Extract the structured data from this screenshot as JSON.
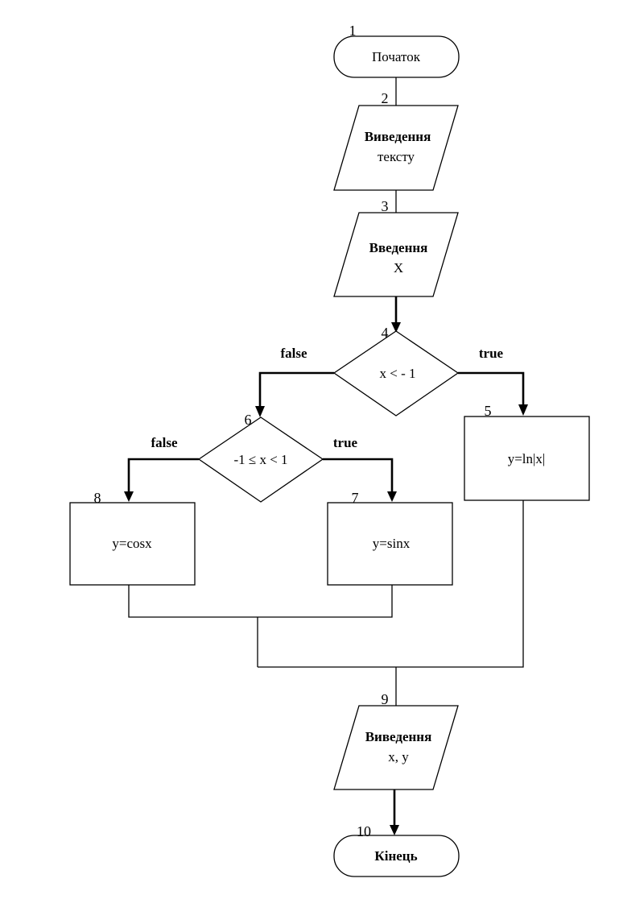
{
  "flowchart": {
    "blocks": {
      "b1": {
        "number": "1",
        "text": [
          "Початок"
        ]
      },
      "b2": {
        "number": "2",
        "text": [
          "Виведення",
          "тексту"
        ]
      },
      "b3": {
        "number": "3",
        "text": [
          "Введення",
          "X"
        ]
      },
      "b4": {
        "number": "4",
        "text": [
          "x < - 1"
        ]
      },
      "b5": {
        "number": "5",
        "text": [
          "y=ln|x|"
        ]
      },
      "b6": {
        "number": "6",
        "text": [
          "-1 ≤ x < 1"
        ]
      },
      "b7": {
        "number": "7",
        "text": [
          "y=sinx"
        ]
      },
      "b8": {
        "number": "8",
        "text": [
          "y=cosx"
        ]
      },
      "b9": {
        "number": "9",
        "text": [
          "Виведення",
          "x, y"
        ]
      },
      "b10": {
        "number": "10",
        "text": [
          "Кінець"
        ]
      }
    },
    "branch_labels": {
      "b4_false": "false",
      "b4_true": "true",
      "b6_false": "false",
      "b6_true": "true"
    }
  }
}
